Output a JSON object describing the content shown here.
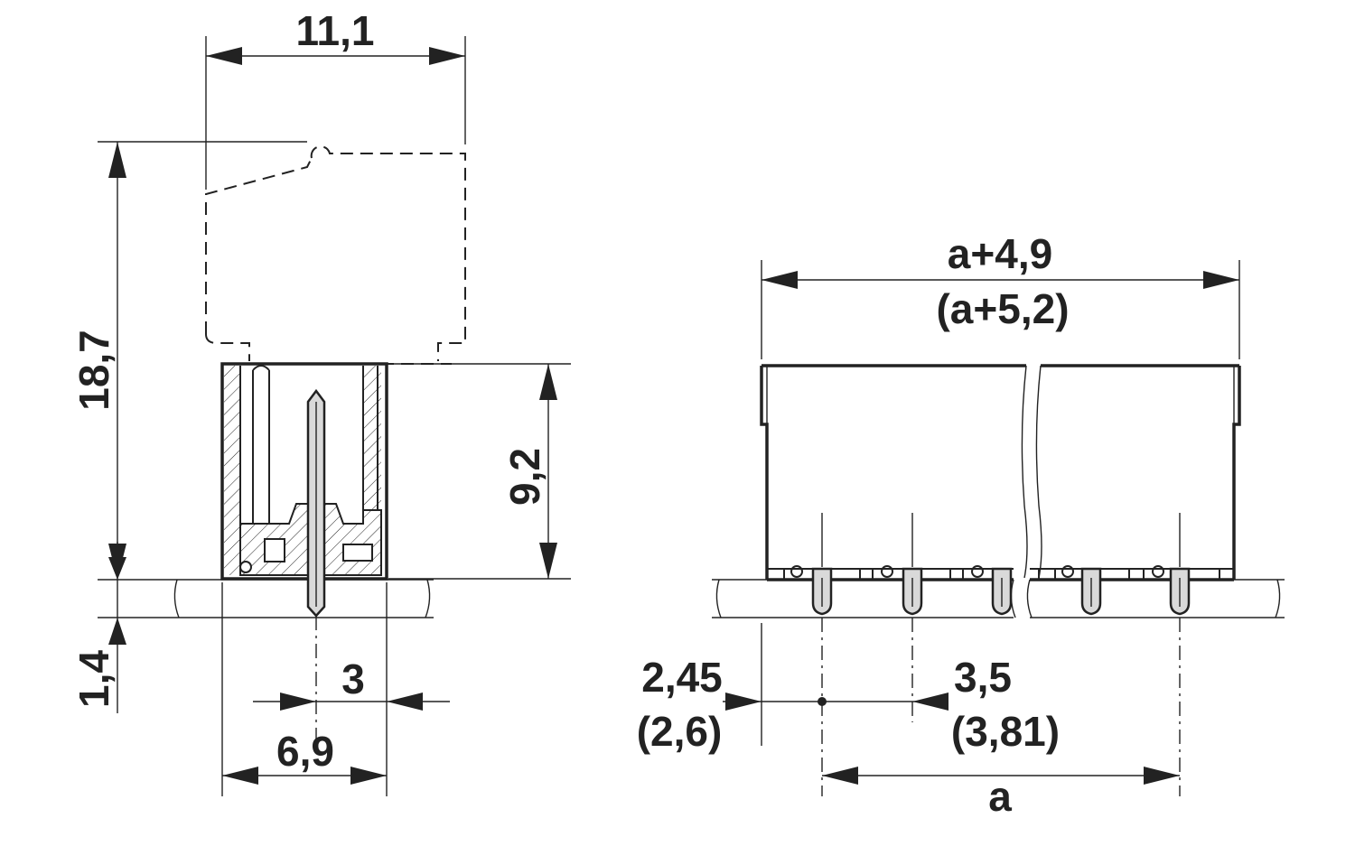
{
  "side_view": {
    "dim_width_top": "11,1",
    "dim_total_height": "18,7",
    "dim_body_height": "9,2",
    "dim_pin_below": "1,4",
    "dim_pin_offset": "3",
    "dim_base_width": "6,9"
  },
  "front_view": {
    "dim_overall": "a+4,9",
    "dim_overall_alt": "(a+5,2)",
    "dim_edge_offset": "2,45",
    "dim_edge_offset_alt": "(2,6)",
    "dim_pitch": "3,5",
    "dim_pitch_alt": "(3,81)",
    "dim_span": "a"
  },
  "colors": {
    "line": "#222222",
    "pin_fill": "#d9d9d9",
    "background": "#ffffff"
  }
}
